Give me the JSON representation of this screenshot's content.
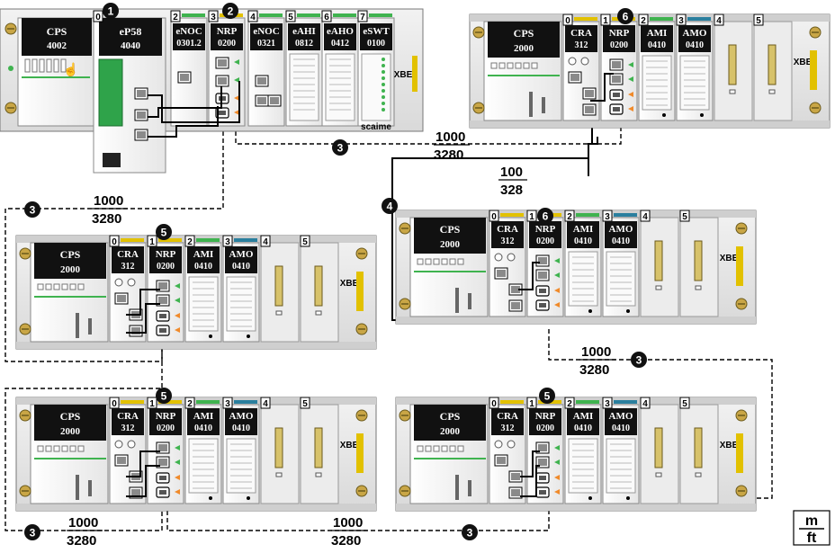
{
  "racks": [
    {
      "id": "local",
      "modules": [
        {
          "slot": "",
          "l1": "CPS",
          "l2": "4002",
          "wide": true
        },
        {
          "slot": "0",
          "l1": "eP58",
          "l2": "4040",
          "wide": true
        },
        {
          "slot": "2",
          "l1": "eNOC",
          "l2": "0301.2"
        },
        {
          "slot": "3",
          "l1": "NRP",
          "l2": "0200"
        },
        {
          "slot": "4",
          "l1": "eNOC",
          "l2": "0321"
        },
        {
          "slot": "5",
          "l1": "eAHI",
          "l2": "0812"
        },
        {
          "slot": "6",
          "l1": "eAHO",
          "l2": "0412"
        },
        {
          "slot": "7",
          "l1": "eSWT",
          "l2": "0100"
        }
      ],
      "vendor": "scaime",
      "side_label": "XBE"
    },
    {
      "id": "remote",
      "modules": [
        {
          "slot": "",
          "l1": "CPS",
          "l2": "2000"
        },
        {
          "slot": "0",
          "l1": "CRA",
          "l2": "312"
        },
        {
          "slot": "1",
          "l1": "NRP",
          "l2": "0200"
        },
        {
          "slot": "2",
          "l1": "AMI",
          "l2": "0410"
        },
        {
          "slot": "3",
          "l1": "AMO",
          "l2": "0410"
        }
      ],
      "empty_slots": [
        "4",
        "5"
      ],
      "side_label": "XBE"
    }
  ],
  "distances": {
    "fiber": {
      "m": "1000",
      "ft": "3280"
    },
    "copper": {
      "m": "100",
      "ft": "328"
    }
  },
  "callouts": [
    "1",
    "2",
    "3",
    "4",
    "5",
    "6"
  ],
  "units": {
    "top": "m",
    "bottom": "ft"
  }
}
